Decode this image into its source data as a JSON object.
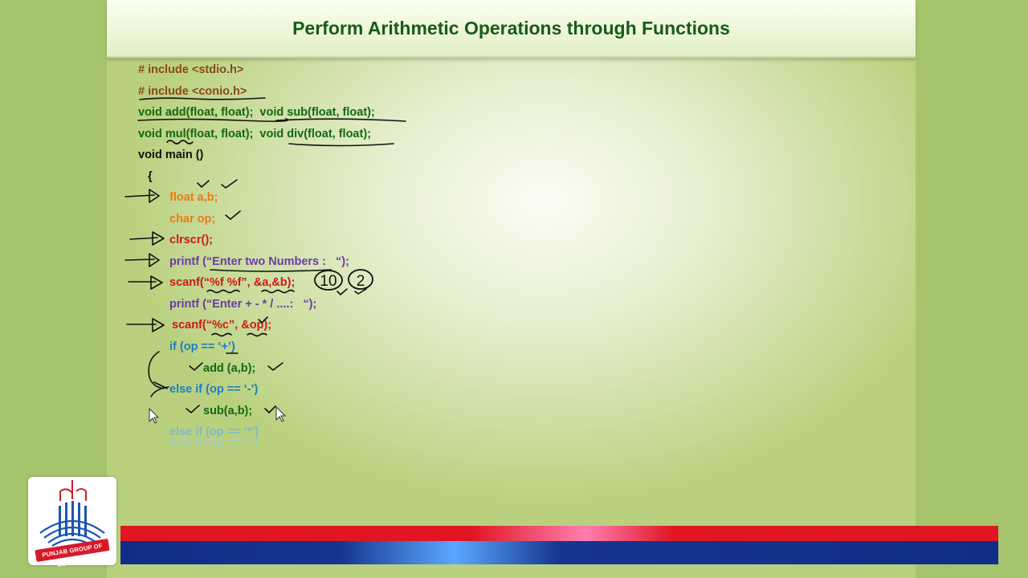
{
  "slide": {
    "title": "Perform Arithmetic Operations through Functions"
  },
  "code": {
    "line1": "# include <stdio.h>",
    "line2": "# include <conio.h>",
    "line3": "void add(float, float);  void sub(float, float);",
    "line4": "void mul(float, float);  void div(float, float);",
    "line5": "void main ()",
    "line6": "{",
    "line7": "float a,b;",
    "line8": "char op;",
    "line9": "clrscr();",
    "line10": "printf (“Enter two Numbers :   “);",
    "line11": "scanf(“%f %f”, &a,&b);",
    "line12": "printf (“Enter + - * / ....:   “);",
    "line13": "scanf(“%c”, &op);",
    "line14": "if (op == ‘+’)",
    "line15": "add (a,b);",
    "line16": "else if (op == ‘-’)",
    "line17": "sub(a,b);",
    "line18": "else if (op == ‘*’)",
    "line19": "else if (op == ‘*’)"
  },
  "annotations": {
    "circle1": "10",
    "circle2": "2"
  },
  "logo": {
    "band_text": "PUNJAB GROUP OF COLLEGES",
    "monogram": "PGC"
  },
  "colors": {
    "background": "#a6c46c",
    "title": "#175c17",
    "band_red": "#e01622",
    "band_blue": "#102e86"
  }
}
